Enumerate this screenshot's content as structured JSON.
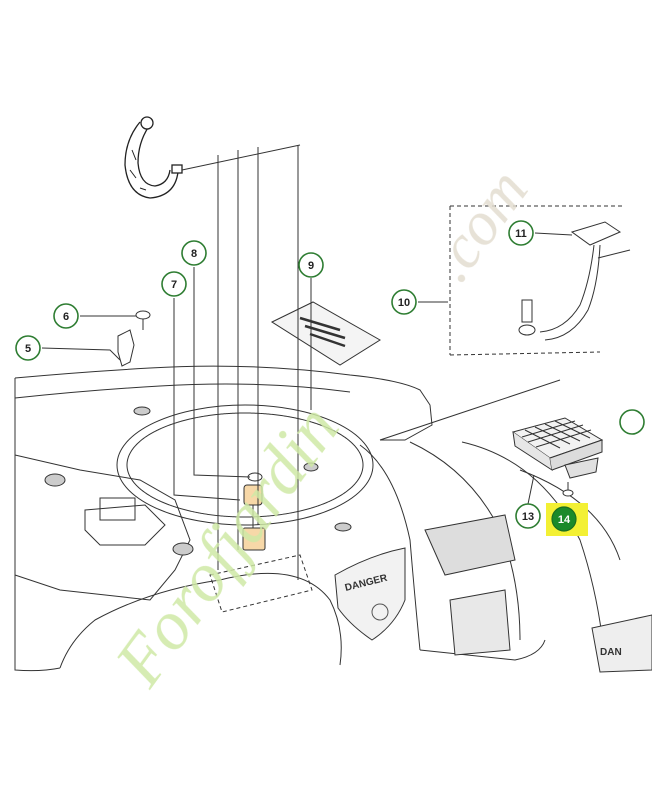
{
  "diagram": {
    "callouts": [
      {
        "id": "callout-5",
        "label": "5"
      },
      {
        "id": "callout-6",
        "label": "6"
      },
      {
        "id": "callout-7",
        "label": "7"
      },
      {
        "id": "callout-8",
        "label": "8"
      },
      {
        "id": "callout-9",
        "label": "9"
      },
      {
        "id": "callout-10",
        "label": "10"
      },
      {
        "id": "callout-11",
        "label": "11"
      },
      {
        "id": "callout-13",
        "label": "13"
      },
      {
        "id": "callout-14",
        "label": "14"
      }
    ],
    "highlighted_part": "14",
    "labels": {
      "danger_sticker": "DANGER",
      "danger_sticker_right": "DAN"
    }
  },
  "watermark": {
    "text_main": "Forofjardin",
    "text_domain": ".com"
  },
  "colors": {
    "callout_ring": "#2e7d32",
    "highlight_fill": "#f3f034",
    "highlight_circle": "#1b8a2a",
    "watermark_green": "#cfe9a6",
    "watermark_grey": "#e3ddd0",
    "line": "#333333"
  }
}
